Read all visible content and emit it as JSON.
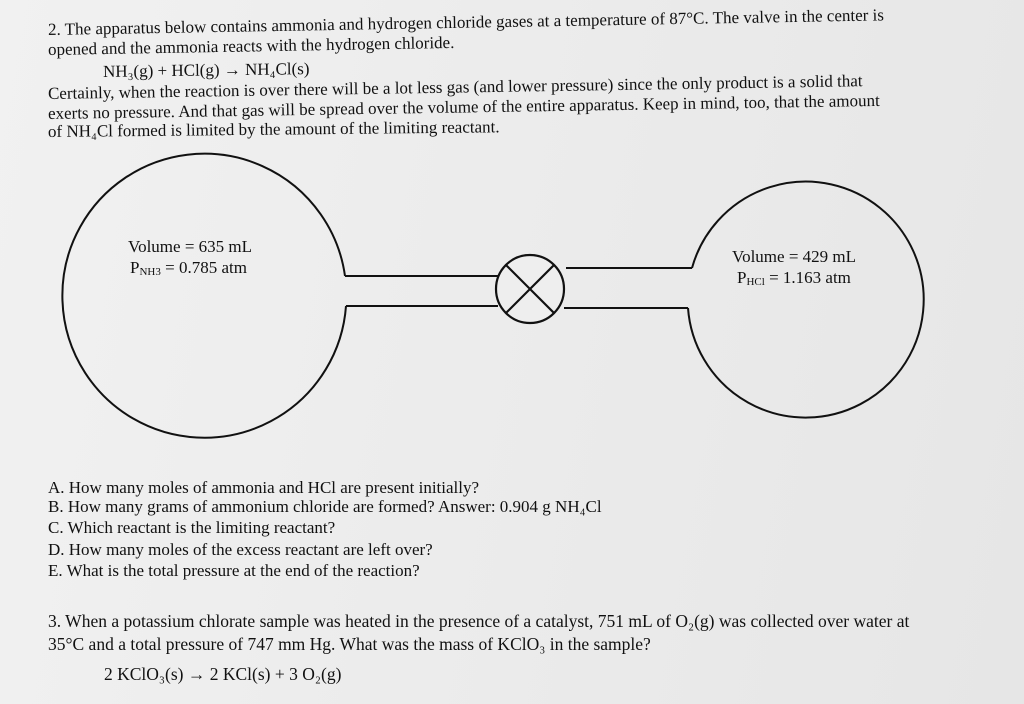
{
  "problem2": {
    "intro_line1": "2. The apparatus below contains ammonia and hydrogen chloride gases at a temperature of 87°C. The valve in the center is",
    "intro_line2": "opened and the ammonia reacts with the hydrogen chloride.",
    "equation": "NH₃(g) + HCl(g) → NH₄Cl(s)",
    "body_line1": "Certainly, when the reaction is over there will be a lot less gas (and lower pressure) since the only product is a solid that",
    "body_line2": "exerts no pressure. And that gas will be spread over the volume of the entire apparatus. Keep in mind, too, that the amount",
    "body_line3": "of NH₄Cl formed is limited by the amount of the limiting reactant."
  },
  "diagram": {
    "left_flask": {
      "volume": "Volume = 635 mL",
      "pressure_prefix": "P",
      "pressure_sub": "NH3",
      "pressure_value": " = 0.785 atm"
    },
    "right_flask": {
      "volume": "Volume = 429 mL",
      "pressure_prefix": "P",
      "pressure_sub": "HCl",
      "pressure_value": " = 1.163 atm"
    },
    "valve_icon": "valve-closed-icon"
  },
  "questions": [
    "A. How many moles of ammonia and HCl are present initially?",
    "B. How many grams of ammonium chloride are formed? Answer: 0.904 g NH₄Cl",
    "C. Which reactant is the limiting reactant?",
    "D. How many moles of the excess reactant are left over?",
    "E. What is the total pressure at the end of the reaction?"
  ],
  "problem3": {
    "line1": "3. When a potassium chlorate sample was heated in the presence of a catalyst, 751 mL of O₂(g) was collected over water at",
    "line2": "35°C and a total pressure of 747 mm Hg. What was the mass of KClO₃ in the sample?",
    "equation": "2 KClO₃(s) → 2 KCl(s) + 3 O₂(g)"
  }
}
